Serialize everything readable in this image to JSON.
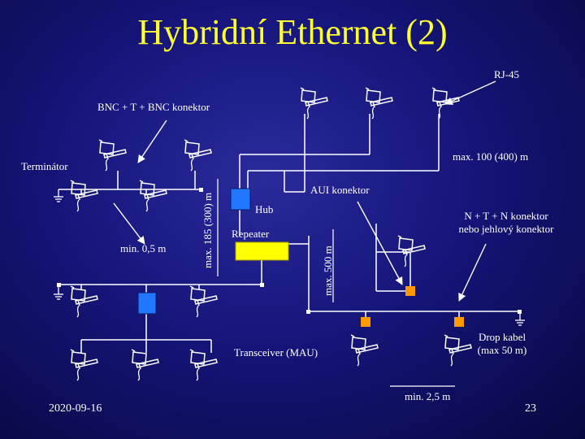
{
  "slide": {
    "title": "Hybridní Ethernet (2)",
    "date": "2020-09-16",
    "page_number": "23"
  },
  "labels": {
    "rj45": "RJ-45",
    "bnc_connector": "BNC + T + BNC konektor",
    "max_100": "max. 100 (400) m",
    "terminator": "Terminátor",
    "aui_connector": "AUI konektor",
    "hub": "Hub",
    "repeater": "Repeater",
    "max_185": "max. 185 (300) m",
    "min_05": "min. 0,5 m",
    "max_500": "max. 500 m",
    "ntn_line1": "N + T + N konektor",
    "ntn_line2": "nebo jehlový konektor",
    "transceiver": "Transceiver (MAU)",
    "drop_line1": "Drop kabel",
    "drop_line2": "(max 50 m)",
    "min_25": "min. 2,5 m"
  },
  "colors": {
    "background": "#15157a",
    "title": "#ffff33",
    "text": "#ffffff",
    "hub_device": "#2277ff",
    "repeater_device": "#ffff00",
    "transceiver": "#ff9900",
    "line": "#ffffff"
  },
  "icons": {
    "computer": "computer-icon",
    "terminator": "terminator-icon",
    "hub": "hub-device",
    "repeater": "repeater-device",
    "transceiver": "transceiver-box"
  }
}
